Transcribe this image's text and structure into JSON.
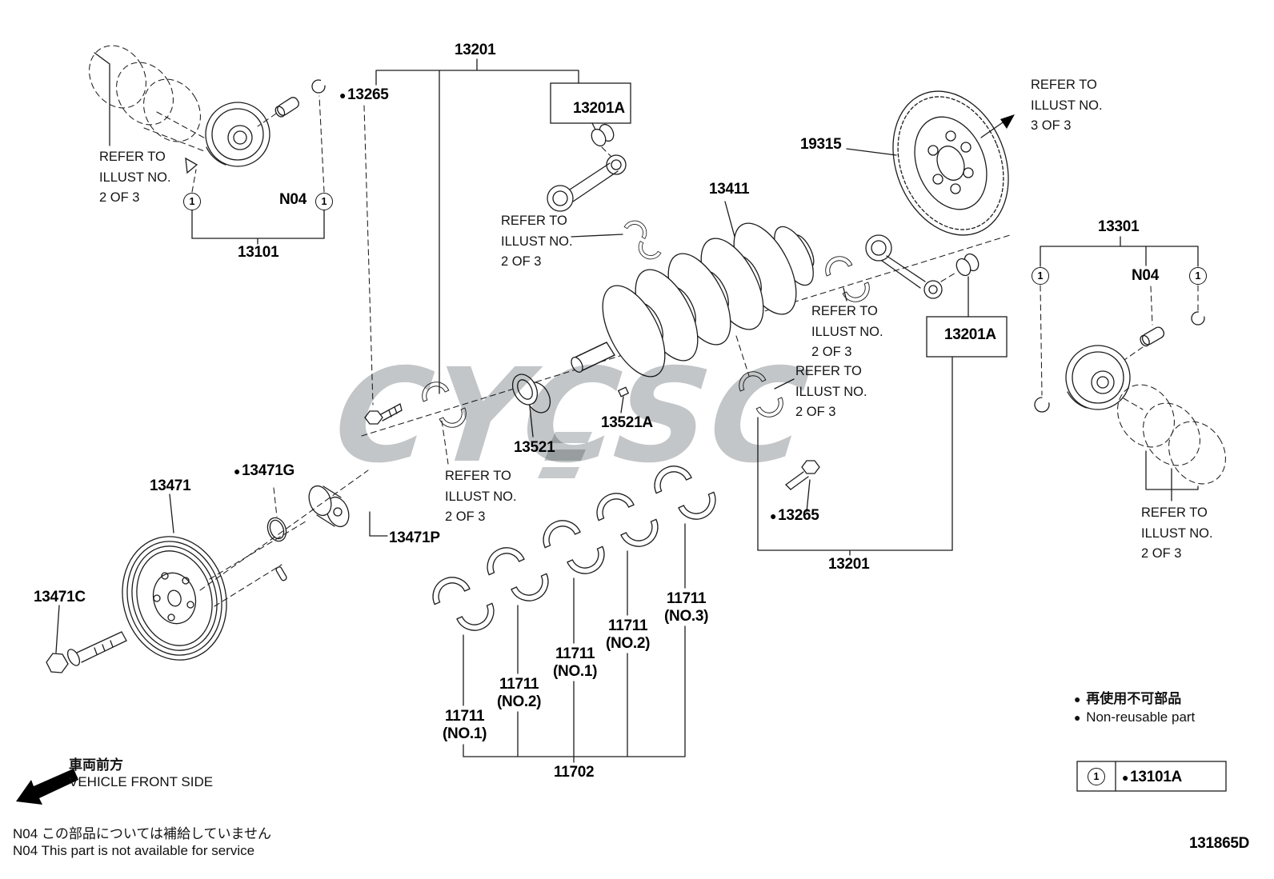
{
  "watermark": "CYCSC",
  "bullet": "●",
  "parts": {
    "p13201": "13201",
    "p13265": "13265",
    "p13201a": "13201A",
    "p19315": "19315",
    "p13411": "13411",
    "p13101": "13101",
    "p13301": "13301",
    "p13521": "13521",
    "p13521a": "13521A",
    "p13471": "13471",
    "p13471g": "13471G",
    "p13471p": "13471P",
    "p13471c": "13471C",
    "p11702": "11702",
    "p11711": "11711",
    "n04": "N04",
    "circled_one": "1"
  },
  "refer": {
    "line1": "REFER TO",
    "line2": "ILLUST NO.",
    "of2": "2 OF 3",
    "of3": "3 OF 3"
  },
  "bearing_positions": {
    "no1": "(NO.1)",
    "no2": "(NO.2)",
    "no3": "(NO.3)"
  },
  "legend": {
    "jp": "再使用不可部品",
    "en": "Non-reusable part",
    "box_part": "13101A"
  },
  "front": {
    "jp": "車両前方",
    "en": "VEHICLE FRONT SIDE"
  },
  "footnote": {
    "jp": "N04  この部品については補給していません",
    "en": "N04  This part is not available for service"
  },
  "doc_number": "131865D"
}
